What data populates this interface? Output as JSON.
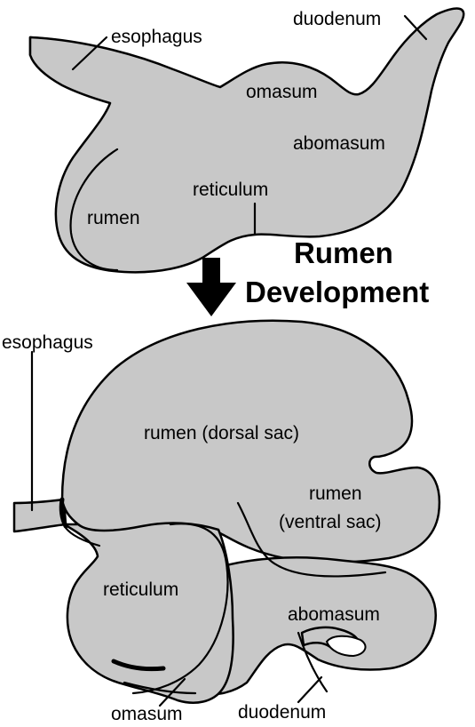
{
  "colors": {
    "organ_fill": "#c8c8c8",
    "outline": "#000000",
    "background": "#ffffff"
  },
  "before": {
    "esophagus": "esophagus",
    "duodenum": "duodenum",
    "omasum": "omasum",
    "abomasum": "abomasum",
    "reticulum": "reticulum",
    "rumen": "rumen"
  },
  "heading": {
    "line1": "Rumen",
    "line2": "Development"
  },
  "arrow_icon": "down-arrow-icon",
  "after": {
    "esophagus": "esophagus",
    "rumen_dorsal": "rumen (dorsal sac)",
    "rumen_ventral_line1": "rumen",
    "rumen_ventral_line2": "(ventral sac)",
    "reticulum": "reticulum",
    "abomasum": "abomasum",
    "omasum": "omasum",
    "duodenum": "duodenum"
  }
}
